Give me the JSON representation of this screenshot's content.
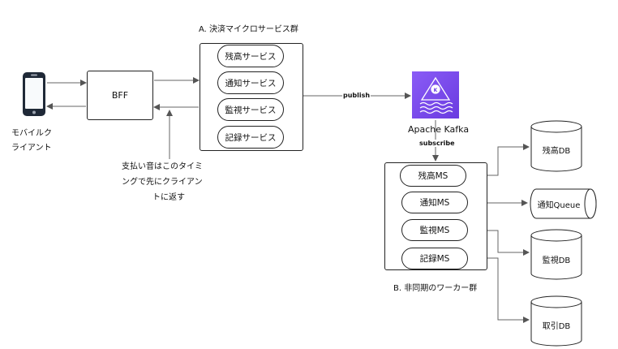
{
  "client": {
    "label_line1": "モバイルク",
    "label_line2": "ライアント"
  },
  "bff": {
    "label": "BFF"
  },
  "group_a": {
    "title": "A. 決済マイクロサービス群",
    "services": [
      "残高サービス",
      "通知サービス",
      "監視サービス",
      "記録サービス"
    ]
  },
  "note": {
    "line1": "支払い音はこのタイミ",
    "line2": "ングで先にクライアン",
    "line3": "トに返す"
  },
  "kafka": {
    "label": "Apache Kafka",
    "publish_label": "publish",
    "subscribe_label": "subscribe"
  },
  "group_b": {
    "title": "B. 非同期のワーカー群",
    "workers": [
      "残高MS",
      "通知MS",
      "監視MS",
      "記録MS"
    ]
  },
  "stores": {
    "balance_db": "残高DB",
    "notify_queue": "通知Queue",
    "monitor_db": "監視DB",
    "transaction_db": "取引DB"
  },
  "colors": {
    "kafka": "#7c4dff",
    "line": "#555555"
  }
}
